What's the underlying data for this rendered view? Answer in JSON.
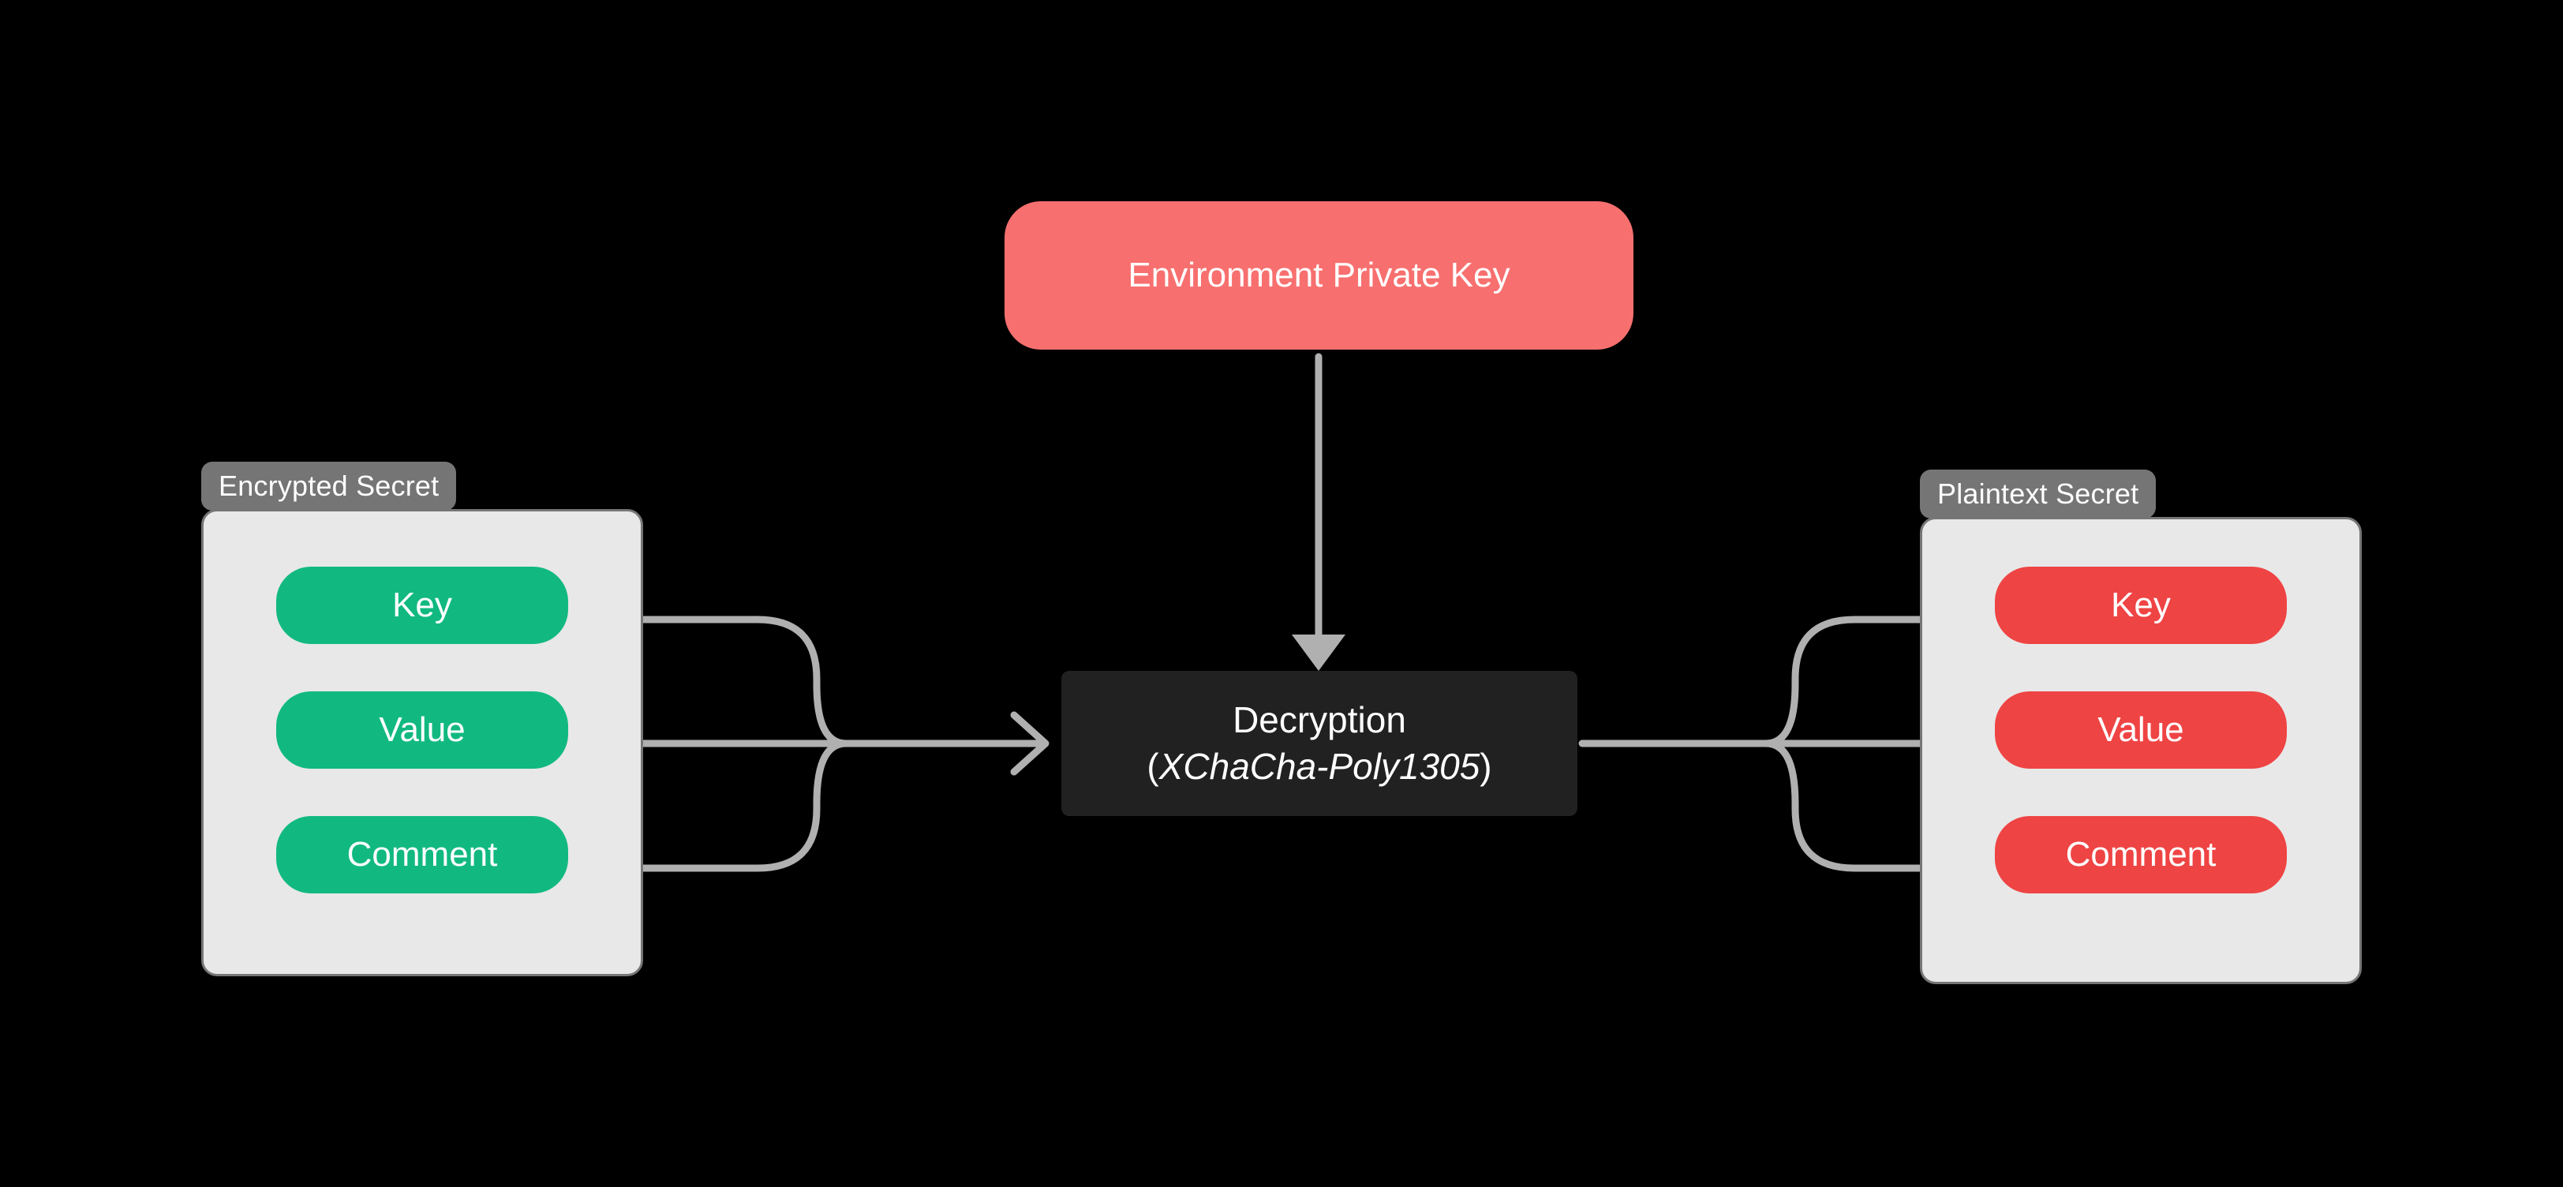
{
  "diagram": {
    "background_color": "#000000",
    "title_text": "",
    "private_key": {
      "label": "Environment Private Key",
      "color": "#f7706f"
    },
    "process": {
      "line1": "Decryption",
      "line2_open": "(",
      "line2_algorithm": "XChaCha-Poly1305",
      "line2_close": ")",
      "color": "#212121"
    },
    "left_group": {
      "label": "Encrypted Secret",
      "label_color": "#757575",
      "container_color": "#e8e8e8",
      "item_color": "#11b981",
      "items": [
        {
          "label": "Key"
        },
        {
          "label": "Value"
        },
        {
          "label": "Comment"
        }
      ]
    },
    "right_group": {
      "label": "Plaintext Secret",
      "label_color": "#757575",
      "container_color": "#e8e8e8",
      "item_color": "#ef4444",
      "items": [
        {
          "label": "Key"
        },
        {
          "label": "Value"
        },
        {
          "label": "Comment"
        }
      ]
    },
    "connectors": {
      "color": "#b0b0b0",
      "key_to_process": "vertical arrow from Environment Private Key down into Decryption box",
      "left_merge": "Key, Value and Comment lines merge into a single arrow entering Decryption",
      "right_split": "single line from Decryption splits into three arrows entering Key, Value and Comment"
    }
  }
}
